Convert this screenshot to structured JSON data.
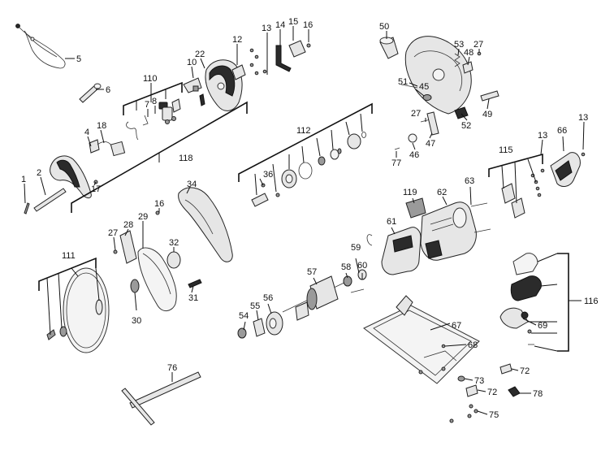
{
  "diagram": {
    "labels": [
      "1",
      "2",
      "4",
      "5",
      "6",
      "7",
      "8",
      "10",
      "12",
      "13",
      "13",
      "13",
      "14",
      "15",
      "16",
      "16",
      "17",
      "18",
      "22",
      "27",
      "27",
      "27",
      "28",
      "29",
      "30",
      "31",
      "32",
      "34",
      "36",
      "45",
      "46",
      "47",
      "48",
      "49",
      "50",
      "51",
      "52",
      "53",
      "54",
      "55",
      "56",
      "57",
      "58",
      "59",
      "60",
      "61",
      "62",
      "63",
      "66",
      "67",
      "68",
      "69",
      "72",
      "72",
      "73",
      "75",
      "76",
      "77",
      "78",
      "110",
      "111",
      "112",
      "115",
      "116",
      "118",
      "119"
    ]
  }
}
